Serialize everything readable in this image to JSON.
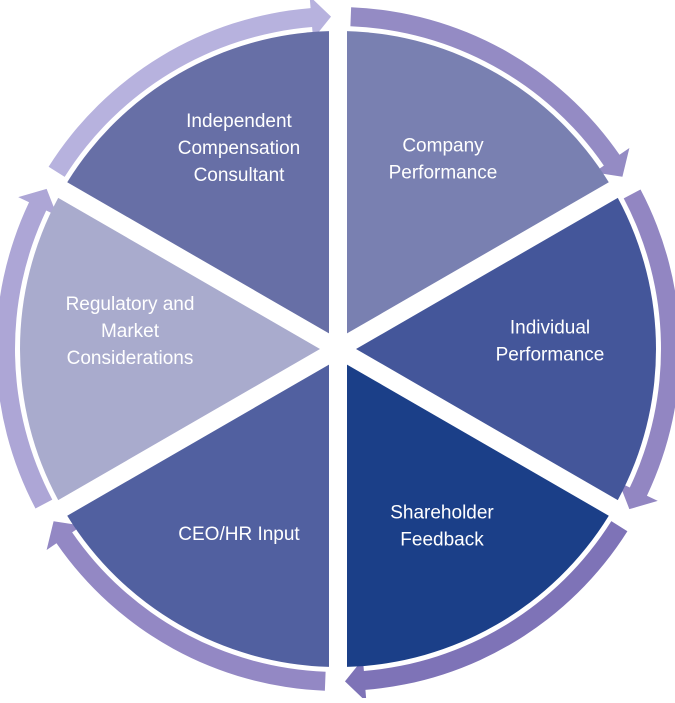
{
  "segments": [
    {
      "id": "company-performance",
      "lines": [
        "Company",
        "Performance"
      ],
      "color": "#7980b1"
    },
    {
      "id": "individual-performance",
      "lines": [
        "Individual",
        "Performance"
      ],
      "color": "#44569a"
    },
    {
      "id": "shareholder-feedback",
      "lines": [
        "Shareholder",
        "Feedback"
      ],
      "color": "#1b3f88"
    },
    {
      "id": "ceo-hr-input",
      "lines": [
        "CEO/HR Input"
      ],
      "color": "#5160a0"
    },
    {
      "id": "regulatory-market",
      "lines": [
        "Regulatory and",
        "Market",
        "Considerations"
      ],
      "color": "#a9abcd"
    },
    {
      "id": "independent-consultant",
      "lines": [
        "Independent",
        "Compensation",
        "Consultant"
      ],
      "color": "#676fa6"
    }
  ],
  "arrow_colors": [
    "#948bc4",
    "#9286c2",
    "#7e73b7",
    "#9388c4",
    "#ada6d6",
    "#b7b2de"
  ]
}
